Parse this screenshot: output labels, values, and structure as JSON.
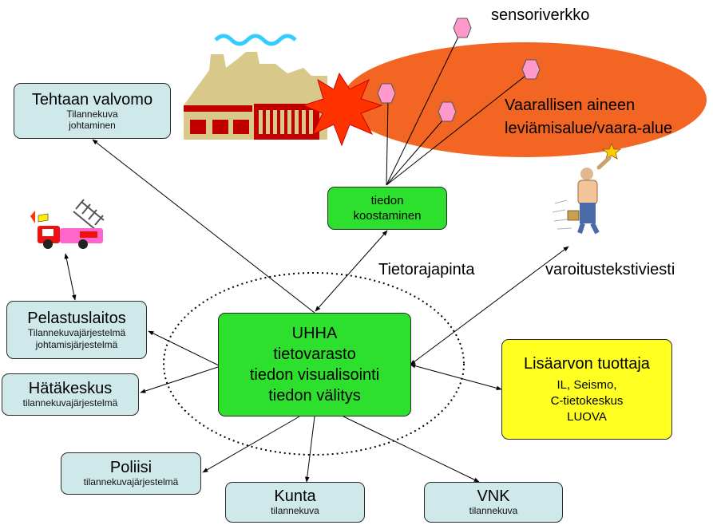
{
  "labels": {
    "sensor_network": "sensoriverkko",
    "hazard_area_line1": "Vaarallisen aineen",
    "hazard_area_line2": "leviämisalue/vaara-alue",
    "data_interface": "Tietorajapinta",
    "warning_sms": "varoitustekstiviesti"
  },
  "nodes": {
    "factory_control": {
      "title": "Tehtaan valvomo",
      "sub1": "Tilannekuva",
      "sub2": "johtaminen"
    },
    "aggregation": {
      "line1": "tiedon",
      "line2": "koostaminen"
    },
    "uhha": {
      "line1": "UHHA",
      "line2": "tietovarasto",
      "line3": "tiedon visualisointi",
      "line4": "tiedon välitys"
    },
    "rescue_services": {
      "title": "Pelastuslaitos",
      "sub1": "Tilannekuvajärjestelmä",
      "sub2": "johtamisjärjestelmä"
    },
    "emergency_centre": {
      "title": "Hätäkeskus",
      "sub1": "tilannekuvajärjestelmä"
    },
    "police": {
      "title": "Poliisi",
      "sub1": "tilannekuvajärjestelmä"
    },
    "municipality": {
      "title": "Kunta",
      "sub1": "tilannekuva"
    },
    "pm_office": {
      "title": "VNK",
      "sub1": "tilannekuva"
    },
    "value_added": {
      "title": "Lisäarvon tuottaja",
      "line1": "IL, Seismo,",
      "line2": "C-tietokeskus",
      "line3": "LUOVA"
    }
  },
  "icons": {
    "factory": "factory-icon",
    "explosion": "explosion-icon",
    "sensor": "sensor-hexagon-icon",
    "fire_truck": "fire-truck-icon",
    "person": "person-pointing-icon"
  },
  "colors": {
    "hazard_cloud": "#f26522",
    "sensor": "#ff99cc",
    "green_box": "#2ee02e",
    "cyan_box": "#cfe8ea",
    "yellow_box": "#ffff22"
  }
}
